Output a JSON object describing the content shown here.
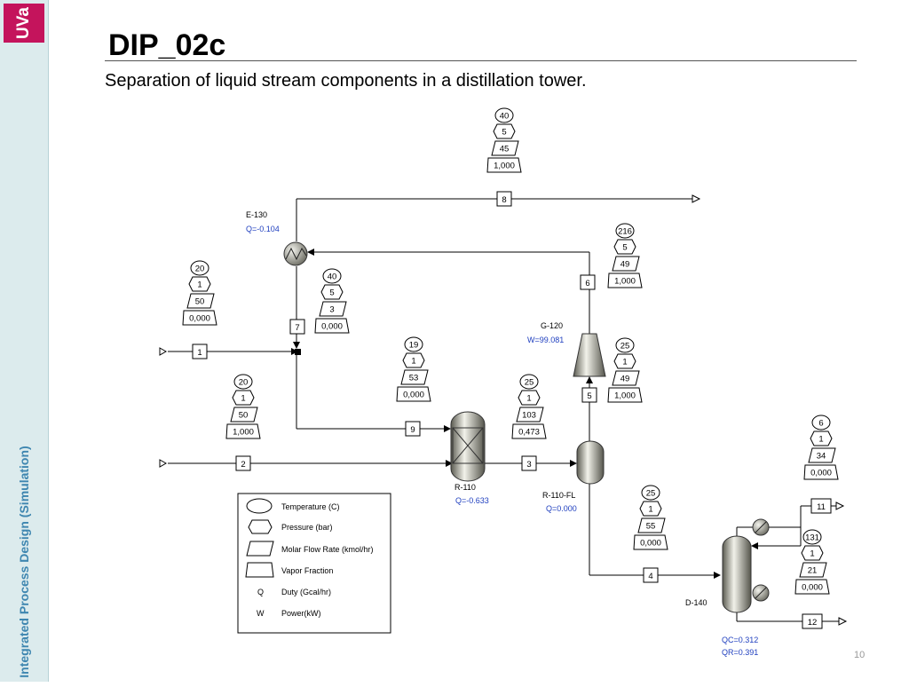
{
  "logo": "UVa",
  "sidebar_text": "Integrated Process Design (Simulation)",
  "title": "DIP_02c",
  "subtitle": "Separation of liquid stream components in a distillation tower.",
  "page_number": "10",
  "colors": {
    "accent": "#c4145c",
    "sidebar": "#dcebed",
    "duty_text": "#1f3fbf",
    "sidebar_text": "#3e86b0"
  },
  "streams": {
    "s1": {
      "id": "1",
      "temp": "20",
      "pressure": "1",
      "flow": "50",
      "vf": "0,000"
    },
    "s2": {
      "id": "2",
      "temp": "20",
      "pressure": "1",
      "flow": "50",
      "vf": "1,000"
    },
    "s3": {
      "id": "3",
      "temp": "25",
      "pressure": "1",
      "flow": "103",
      "vf": "0,473"
    },
    "s4": {
      "id": "4",
      "temp": "25",
      "pressure": "1",
      "flow": "55",
      "vf": "0,000"
    },
    "s5": {
      "id": "5",
      "temp": "25",
      "pressure": "1",
      "flow": "49",
      "vf": "1,000"
    },
    "s6": {
      "id": "6",
      "temp": "216",
      "pressure": "5",
      "flow": "49",
      "vf": "1,000"
    },
    "s7": {
      "id": "7",
      "temp": "40",
      "pressure": "5",
      "flow": "3",
      "vf": "0,000"
    },
    "s8": {
      "id": "8",
      "temp": "40",
      "pressure": "5",
      "flow": "45",
      "vf": "1,000"
    },
    "s9": {
      "id": "9",
      "temp": "19",
      "pressure": "1",
      "flow": "53",
      "vf": "0,000"
    },
    "s11": {
      "id": "11",
      "temp": "6",
      "pressure": "1",
      "flow": "34",
      "vf": "0,000"
    },
    "s12": {
      "id": "12",
      "temp": "131",
      "pressure": "1",
      "flow": "21",
      "vf": "0,000"
    }
  },
  "units": {
    "e130": {
      "name": "E-130",
      "duty": "Q=-0.104"
    },
    "g120": {
      "name": "G-120",
      "power": "W=99.081"
    },
    "r110": {
      "name": "R-110",
      "duty": "Q=-0.633"
    },
    "r110fl": {
      "name": "R-110-FL",
      "duty": "Q=0.000"
    },
    "d140": {
      "name": "D-140",
      "qc": "QC=0.312",
      "qr": "QR=0.391"
    }
  },
  "legend": {
    "temperature": "Temperature (C)",
    "pressure": "Pressure (bar)",
    "flow": "Molar Flow Rate (kmol/hr)",
    "vf": "Vapor Fraction",
    "duty_symbol": "Q",
    "duty": "Duty (Gcal/hr)",
    "power_symbol": "W",
    "power": "Power(kW)"
  }
}
